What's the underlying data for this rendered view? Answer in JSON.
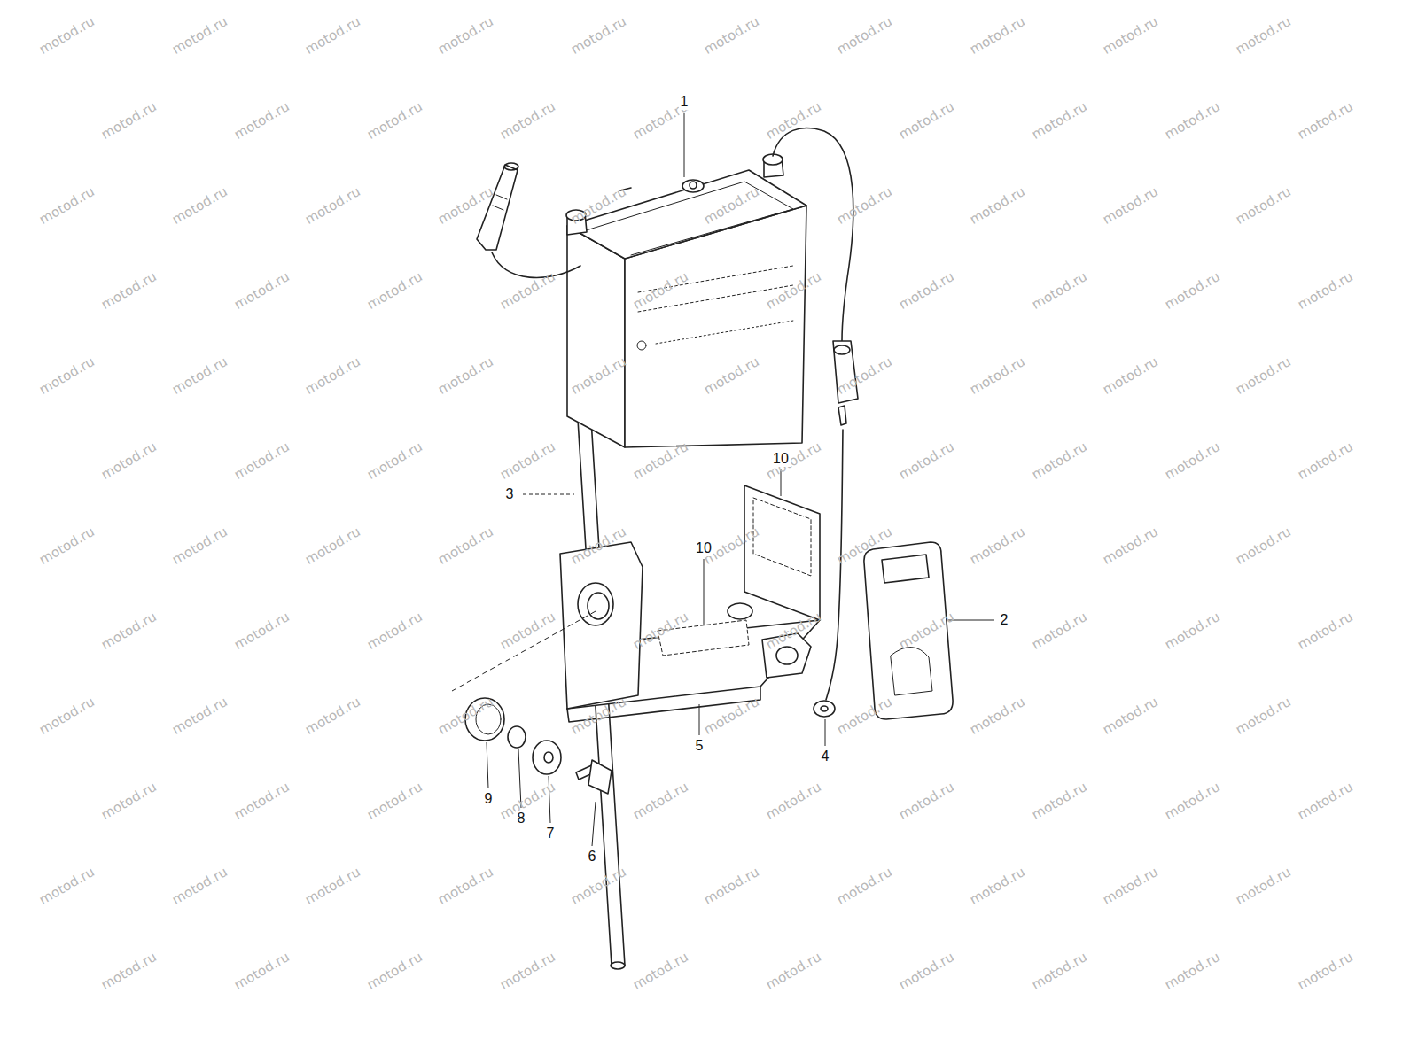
{
  "diagram": {
    "labels": [
      "1",
      "2",
      "3",
      "4",
      "5",
      "6",
      "7",
      "8",
      "9",
      "10",
      "10",
      "motod.ru",
      "motod.ru",
      "motod.ru",
      "motod.ru",
      "motod.ru",
      "motod.ru",
      "motod.ru",
      "motod.ru",
      "motod.ru",
      "motod.ru",
      "motod.ru",
      "motod.ru",
      "motod.ru",
      "motod.ru",
      "motod.ru",
      "motod.ru",
      "motod.ru",
      "motod.ru",
      "motod.ru",
      "motod.ru",
      "motod.ru",
      "motod.ru",
      "motod.ru",
      "motod.ru",
      "motod.ru",
      "motod.ru",
      "motod.ru",
      "motod.ru",
      "motod.ru",
      "motod.ru",
      "motod.ru",
      "motod.ru",
      "motod.ru",
      "motod.ru",
      "motod.ru",
      "motod.ru",
      "motod.ru",
      "motod.ru",
      "motod.ru",
      "motod.ru",
      "motod.ru",
      "motod.ru",
      "motod.ru",
      "motod.ru",
      "motod.ru",
      "motod.ru",
      "motod.ru",
      "motod.ru",
      "motod.ru",
      "motod.ru",
      "motod.ru",
      "motod.ru",
      "motod.ru",
      "motod.ru",
      "motod.ru",
      "motod.ru",
      "motod.ru",
      "motod.ru",
      "motod.ru",
      "motod.ru",
      "motod.ru",
      "motod.ru",
      "motod.ru",
      "motod.ru",
      "motod.ru",
      "motod.ru",
      "motod.ru",
      "motod.ru",
      "motod.ru",
      "motod.ru",
      "motod.ru",
      "motod.ru",
      "motod.ru",
      "motod.ru",
      "motod.ru",
      "motod.ru",
      "motod.ru",
      "motod.ru",
      "motod.ru",
      "motod.ru",
      "motod.ru",
      "motod.ru",
      "motod.ru",
      "motod.ru",
      "motod.ru",
      "motod.ru",
      "motod.ru",
      "motod.ru",
      "motod.ru",
      "motod.ru",
      "motod.ru",
      "motod.ru",
      "motod.ru",
      "motod.ru",
      "motod.ru",
      "motod.ru",
      "motod.ru",
      "motod.ru",
      "motod.ru",
      "motod.ru",
      "motod.ru",
      "motod.ru",
      "motod.ru",
      "motod.ru",
      "motod.ru",
      "motod.ru",
      "motod.ru",
      "motod.ru",
      "motod.ru",
      "motod.ru",
      "motod.ru",
      "motod.ru",
      "motod.ru",
      "motod.ru",
      "motod.ru",
      "motod.ru",
      "motod.ru",
      "motod.ru",
      "motod.ru",
      "motod.ru"
    ]
  }
}
